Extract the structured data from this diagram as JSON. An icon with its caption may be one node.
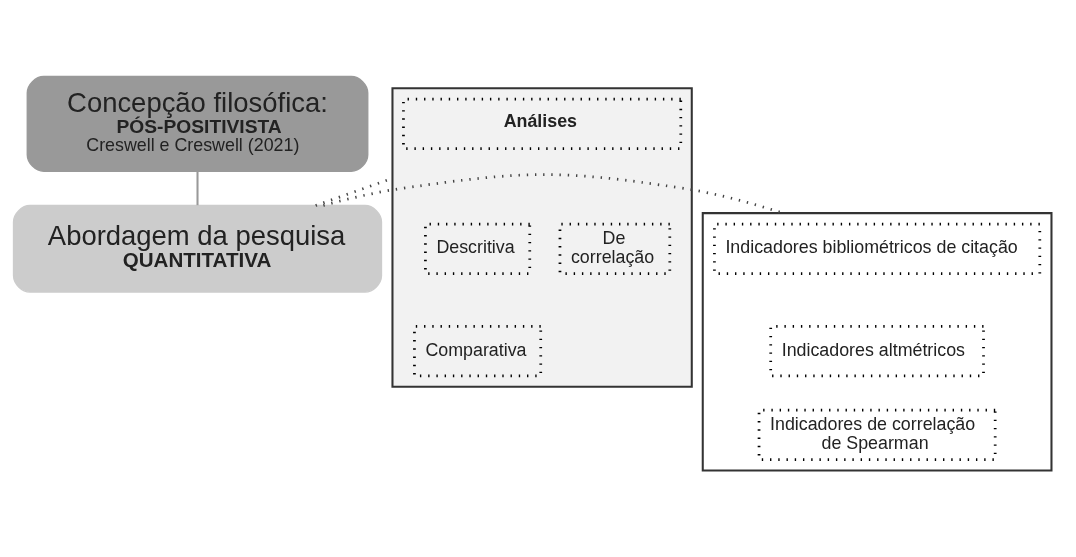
{
  "diagram": {
    "nodes": [
      {
        "text": [
          "Concepção filosófica:",
          "PÓS-POSITIVISTA",
          "Creswell e Creswell (2021)"
        ]
      },
      {
        "text": [
          "Abordagem da pesquisa",
          "QUANTITATIVA"
        ]
      },
      {
        "text": [],
        "shape": "box"
      },
      {
        "text": [
          "Análises"
        ],
        "in": 2
      },
      {
        "text": [
          "Descritiva"
        ],
        "in": 2
      },
      {
        "text": [
          "De correlação"
        ],
        "in": 2
      },
      {
        "text": [
          "Comparativa"
        ],
        "in": 2
      },
      {
        "text": [],
        "shape": "box"
      },
      {
        "text": [
          "Indicadores bibliométricos de citação"
        ],
        "in": 7
      },
      {
        "text": [
          "Indicadores altmétricos"
        ],
        "in": 7
      },
      {
        "text": [
          "Indicadores de correlação de Spearman"
        ],
        "in": 7
      }
    ],
    "edges": [
      {
        "from": 0,
        "to": 1,
        "arrow": "none"
      },
      {
        "from": 1,
        "to": 2,
        "arrow": "none",
        "style": "dashed"
      },
      {
        "from": 1,
        "to": 7,
        "arrow": "none",
        "style": "dashed"
      }
    ]
  }
}
